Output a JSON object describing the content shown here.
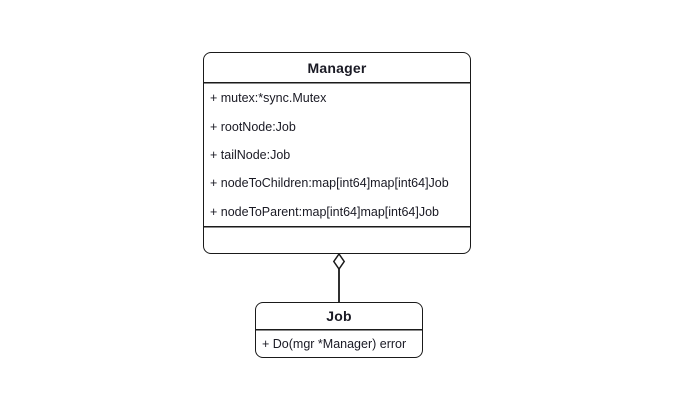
{
  "diagram": {
    "type": "uml-class-diagram",
    "background": "#ffffff",
    "classes": [
      {
        "name": "Manager",
        "attributes": [
          "+ mutex:*sync.Mutex",
          "+ rootNode:Job",
          "+ tailNode:Job",
          "+ nodeToChildren:map[int64]map[int64]Job",
          "+ nodeToParent:map[int64]map[int64]Job"
        ],
        "methods": []
      },
      {
        "name": "Job",
        "attributes": [],
        "methods": [
          "+ Do(mgr *Manager) error"
        ]
      }
    ],
    "relationships": [
      {
        "from": "Manager",
        "to": "Job",
        "type": "aggregation",
        "marker": "hollow-diamond",
        "marker_at": "Manager"
      }
    ],
    "colors": {
      "border": "#1a1a1a",
      "text": "#1a1a24",
      "divider_dark": "#1b1b1b",
      "divider_light": "#8a8a8a",
      "fill": "#ffffff"
    }
  }
}
